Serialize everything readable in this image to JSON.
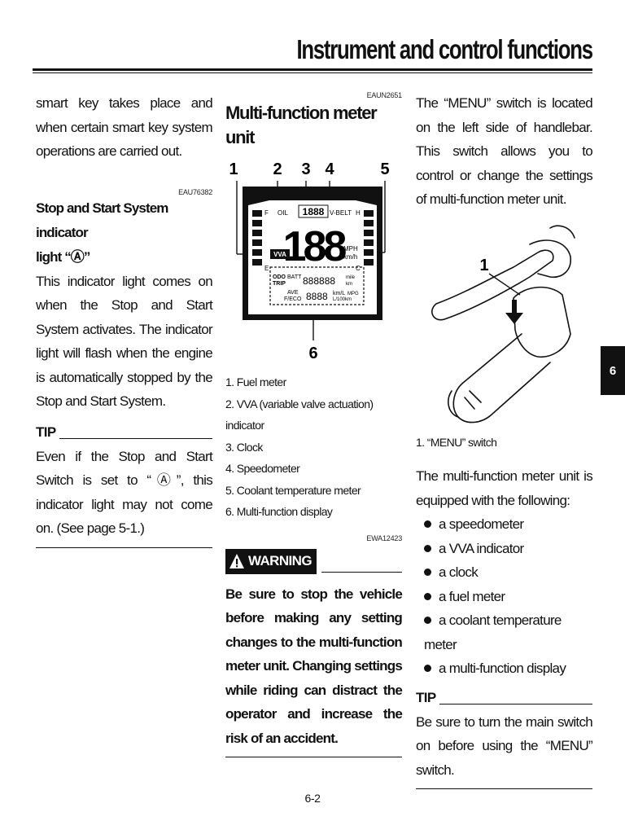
{
  "header": {
    "title": "Instrument and control functions"
  },
  "col1": {
    "intro": "smart key takes place and when certain smart key system operations are carried out.",
    "code": "EAU76382",
    "heading_line1": "Stop and Start System indicator",
    "heading_line2": "light “Ⓐ”",
    "body": "This indicator light comes on when the Stop and Start System activates. The indicator light will flash when the engine is automatically stopped by the Stop and Start System.",
    "tip_label": "TIP",
    "tip_text": "Even if the Stop and Start Switch is set to “Ⓐ”, this indicator light may not come on. (See page 5-1.)"
  },
  "col2": {
    "code": "EAUN2651",
    "heading": "Multi-function meter unit",
    "callouts": [
      "1",
      "2",
      "3",
      "4",
      "5",
      "6"
    ],
    "meter": {
      "f": "F",
      "e": "E",
      "h": "H",
      "c": "C",
      "oil": "OIL",
      "vbelt": "V-BELT",
      "clock": "1888",
      "speed": "188",
      "vva": "VVA",
      "mph": "MPH",
      "kmh": "km/h",
      "odo": "ODO",
      "trip": "TRIP",
      "batt": "BATT",
      "ave": "AVE",
      "fecod": "F/ECO",
      "mile": "mile",
      "km": "km",
      "kmL": "km/L",
      "L100": "L/100km",
      "mpg": "MPG",
      "seg6": "888888",
      "seg4": "8888"
    },
    "captions": [
      "1. Fuel meter",
      "2. VVA (variable valve actuation) indicator",
      "3. Clock",
      "4. Speedometer",
      "5. Coolant temperature meter",
      "6. Multi-function display"
    ],
    "warning_code": "EWA12423",
    "warning_label": "WARNING",
    "warning_text": "Be sure to stop the vehicle before making any setting changes to the multi-function meter unit. Changing settings while riding can distract the operator and increase the risk of an accident."
  },
  "col3": {
    "intro": "The “MENU” switch is located on the left side of handlebar. This switch allows you to control or change the settings of multi-function meter unit.",
    "figure_callout": "1",
    "figure_caption": "1. “MENU” switch",
    "equipped": "The multi-function meter unit is equipped with the following:",
    "bullets": [
      "a speedometer",
      "a VVA indicator",
      "a clock",
      "a fuel meter",
      "a coolant temperature meter",
      "a multi-function display"
    ],
    "tip_label": "TIP",
    "tip_text": "Be sure to turn the main switch on before using the “MENU” switch."
  },
  "side_tab": "6",
  "page_number": "6-2"
}
